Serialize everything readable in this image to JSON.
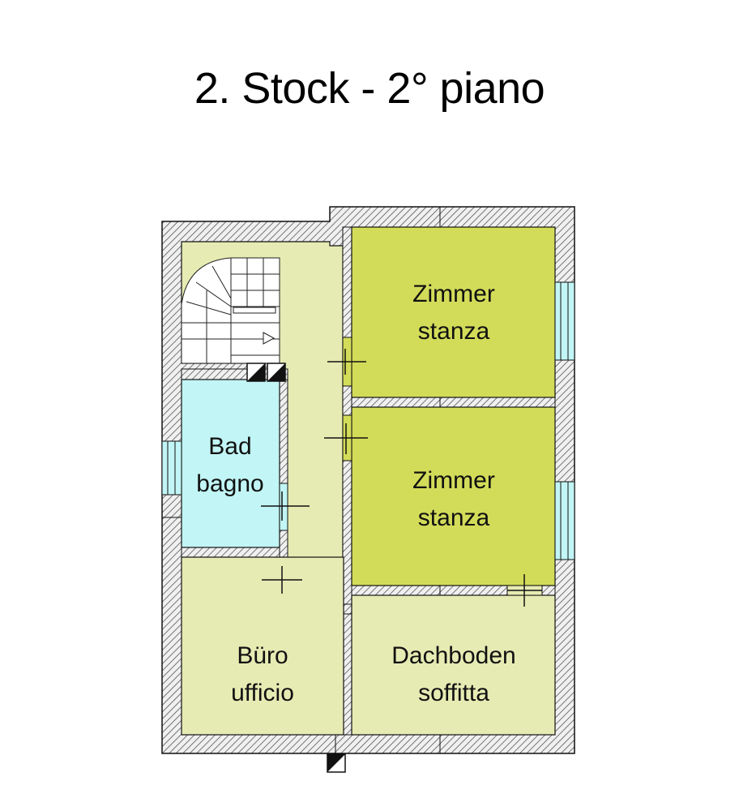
{
  "title": "2. Stock - 2° piano",
  "rooms": [
    {
      "id": "zimmer1",
      "line1": "Zimmer",
      "line2": "stanza",
      "color": "#d3dc59"
    },
    {
      "id": "zimmer2",
      "line1": "Zimmer",
      "line2": "stanza",
      "color": "#d3dc59"
    },
    {
      "id": "bad",
      "line1": "Bad",
      "line2": "bagno",
      "color": "#c2f5f5"
    },
    {
      "id": "buero",
      "line1": "Büro",
      "line2": "ufficio",
      "color": "#e6ebb3"
    },
    {
      "id": "dachboden",
      "line1": "Dachboden",
      "line2": "soffitta",
      "color": "#e6ebb3"
    }
  ],
  "colors": {
    "wall": "#f0f0f0",
    "hatch": "#606060",
    "corridor": "#e6ebb3",
    "stair": "#ffffff",
    "window": "#c2f5f5",
    "line": "#111111"
  }
}
